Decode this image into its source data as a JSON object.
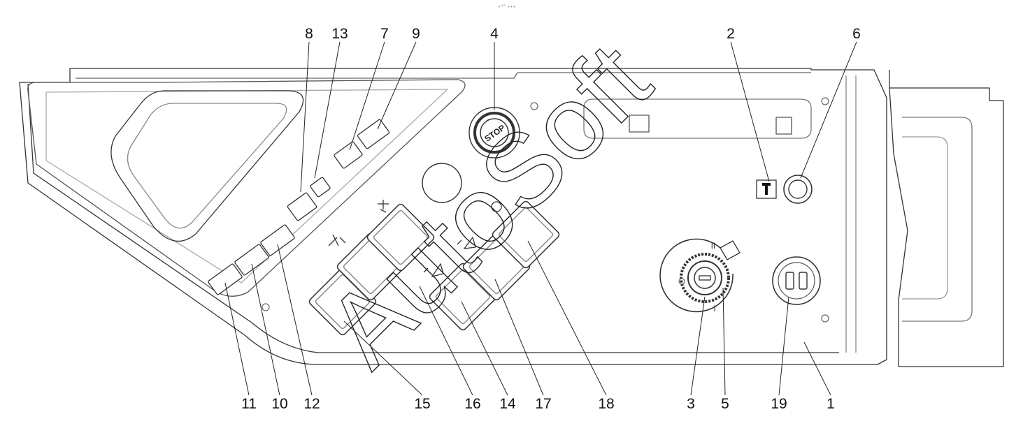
{
  "top_note": "•°° •••",
  "watermark": "AutoSoft",
  "stop_label": "STOP",
  "key_switch_positions": [
    "II",
    "I"
  ],
  "callouts_top": [
    "8",
    "13",
    "7",
    "9",
    "4",
    "2",
    "6"
  ],
  "callouts_bottom": [
    "11",
    "10",
    "12",
    "15",
    "16",
    "14",
    "17",
    "18",
    "3",
    "5",
    "19",
    "1"
  ]
}
